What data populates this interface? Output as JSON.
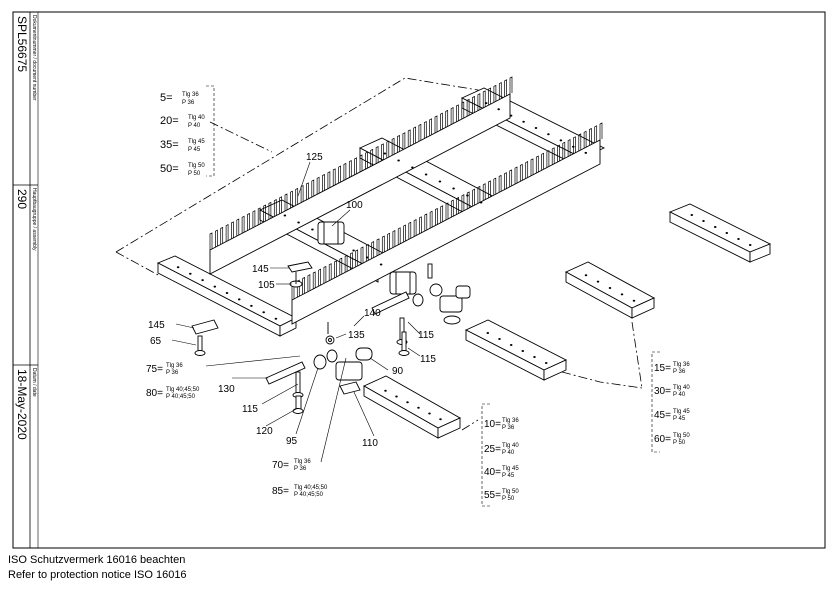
{
  "title_block": {
    "doc_label": "Dokumentnummer / document number",
    "doc_number": "SPL56675",
    "group_label": "Hauptbaugruppe / assembly",
    "group_number": "290",
    "date_label": "Datum / date",
    "date_value": "18-May-2020"
  },
  "footer": {
    "line1": "ISO Schutzvermerk 16016 beachten",
    "line2": "Refer to protection notice ISO 16016"
  },
  "callouts": {
    "c125": "125",
    "c100": "100",
    "c145a": "145",
    "c105": "105",
    "c145b": "145",
    "c65": "65",
    "c140": "140",
    "c135": "135",
    "c115a": "115",
    "c115b": "115",
    "c115c": "115",
    "c130": "130",
    "c120": "120",
    "c95": "95",
    "c90": "90",
    "c110": "110"
  },
  "legends": {
    "top_left": [
      {
        "num": "5=",
        "a": "Tlg 36",
        "b": "P 36"
      },
      {
        "num": "20=",
        "a": "Tlg 40",
        "b": "P 40"
      },
      {
        "num": "35=",
        "a": "Tlg 45",
        "b": "P 45"
      },
      {
        "num": "50=",
        "a": "Tlg 50",
        "b": "P 50"
      }
    ],
    "right": [
      {
        "num": "15=",
        "a": "Tlg 36",
        "b": "P 36"
      },
      {
        "num": "30=",
        "a": "Tlg 40",
        "b": "P 40"
      },
      {
        "num": "45=",
        "a": "Tlg 45",
        "b": "P 45"
      },
      {
        "num": "60=",
        "a": "Tlg 50",
        "b": "P 50"
      }
    ],
    "mid": [
      {
        "num": "10=",
        "a": "Tlg 36",
        "b": "P 36"
      },
      {
        "num": "25=",
        "a": "Tlg 40",
        "b": "P 40"
      },
      {
        "num": "40=",
        "a": "Tlg 45",
        "b": "P 45"
      },
      {
        "num": "55=",
        "a": "Tlg 50",
        "b": "P 50"
      }
    ],
    "left_pair": [
      {
        "num": "75=",
        "a": "Tlg 36",
        "b": "P 36"
      },
      {
        "num": "80=",
        "a": "Tlg 40;45;50",
        "b": "P 40;45;50"
      }
    ],
    "bottom_pair": [
      {
        "num": "70=",
        "a": "Tlg 36",
        "b": "P 36"
      },
      {
        "num": "85=",
        "a": "Tlg 40;45;50",
        "b": "P 40;45;50"
      }
    ]
  }
}
